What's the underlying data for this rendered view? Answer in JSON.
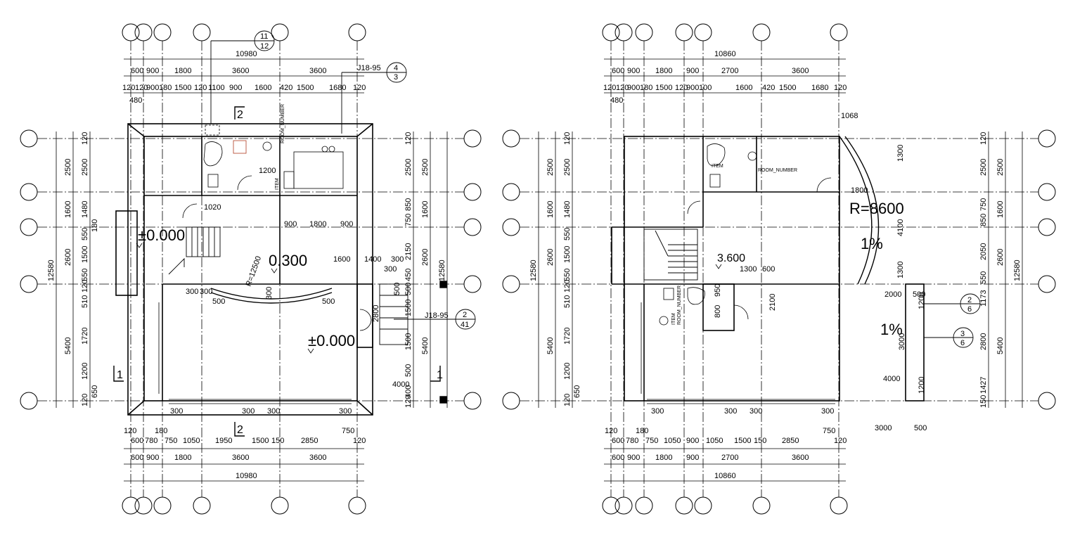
{
  "plan_left": {
    "overall_width_label": "10980",
    "overall_height_label": "12580",
    "top_row1": [
      "600",
      "900",
      "1800",
      "3600",
      "3600"
    ],
    "top_row2": [
      "120",
      "120",
      "900",
      "180",
      "1500",
      "120",
      "1100",
      "900",
      "1600",
      "420",
      "1500",
      "1680",
      "120"
    ],
    "top_extra": "480",
    "bottom_row1": [
      "600",
      "780",
      "750",
      "1050",
      "1950",
      "1500",
      "150",
      "2850",
      "120"
    ],
    "bottom_row2": [
      "600",
      "900",
      "1800",
      "3600",
      "3600"
    ],
    "bottom_small": [
      "120",
      "180",
      "750",
      "120"
    ],
    "bottom_300": [
      "300",
      "300",
      "300",
      "300"
    ],
    "left_outer": [
      "2500",
      "1600",
      "2600",
      "5400"
    ],
    "left_inner": [
      "120",
      "2500",
      "1480",
      "550",
      "1500",
      "550",
      "120",
      "510",
      "1720",
      "1200",
      "650",
      "120"
    ],
    "left_inner_extra": [
      "1200",
      "180"
    ],
    "right_outer": [
      "2500",
      "1600",
      "2600",
      "5400"
    ],
    "right_inner": [
      "120",
      "2500",
      "850",
      "750",
      "2150",
      "450",
      "500",
      "1500",
      "1500",
      "500",
      "400",
      "120"
    ],
    "right_side": [
      "12580",
      "4000"
    ],
    "elev_1": "±0.000",
    "elev_2": "0.300",
    "elev_3": "±0.000",
    "radius_label": "R=12500",
    "interior_dims": [
      "900",
      "1800",
      "900",
      "1200",
      "1020",
      "1600",
      "1400",
      "300",
      "300",
      "300",
      "500",
      "500",
      "300",
      "300",
      "500",
      "2800"
    ],
    "section_marks": [
      "1",
      "1",
      "2",
      "2"
    ],
    "callout_top": {
      "ref": "J18-95",
      "num": "4",
      "den": "3"
    },
    "callout_top2": {
      "num": "11",
      "den": "12"
    },
    "callout_right": {
      "ref": "J18-95",
      "num": "2",
      "den": "41"
    },
    "room_tag": "ROOM_NUMBER",
    "item_tag": "ITEM"
  },
  "plan_right": {
    "overall_width_label": "10860",
    "overall_height_label": "12580",
    "top_row1": [
      "600",
      "900",
      "1800",
      "900",
      "2700",
      "3600"
    ],
    "top_row2": [
      "120",
      "120",
      "900",
      "180",
      "1500",
      "120",
      "900",
      "100",
      "900",
      "1600",
      "420",
      "1500",
      "1680",
      "120"
    ],
    "top_extra": "480",
    "bottom_row1": [
      "600",
      "780",
      "750",
      "1050",
      "900",
      "1050",
      "1500",
      "150",
      "2850",
      "120"
    ],
    "bottom_row2": [
      "600",
      "900",
      "1800",
      "900",
      "2700",
      "3600"
    ],
    "bottom_small": [
      "120",
      "180",
      "750",
      "120"
    ],
    "bottom_300": [
      "300",
      "300",
      "300",
      "300"
    ],
    "bottom_extra": [
      "3000",
      "500"
    ],
    "left_outer": [
      "2500",
      "1600",
      "2600",
      "5400"
    ],
    "left_inner": [
      "120",
      "2500",
      "1480",
      "550",
      "1500",
      "550",
      "120",
      "510",
      "1720",
      "1200",
      "650",
      "120"
    ],
    "right_outer": [
      "2500",
      "1600",
      "2600",
      "5400"
    ],
    "right_inner": [
      "120",
      "2500",
      "750",
      "850",
      "2050",
      "550",
      "1173",
      "2800",
      "1427",
      "150"
    ],
    "right_side": [
      "12580"
    ],
    "elev_1": "3.600",
    "radius_label": "R=8600",
    "slope_1": "1%",
    "slope_2": "1%",
    "interior_dims": [
      "1068",
      "1300",
      "4100",
      "1300",
      "1800",
      "1300",
      "600",
      "800",
      "950",
      "2100",
      "2000",
      "500",
      "1200",
      "3000",
      "4000",
      "1200"
    ],
    "callout_a": {
      "num": "2",
      "den": "6"
    },
    "callout_b": {
      "num": "3",
      "den": "6"
    },
    "room_tag": "ROOM_NUMBER",
    "item_tag": "ITEM"
  }
}
